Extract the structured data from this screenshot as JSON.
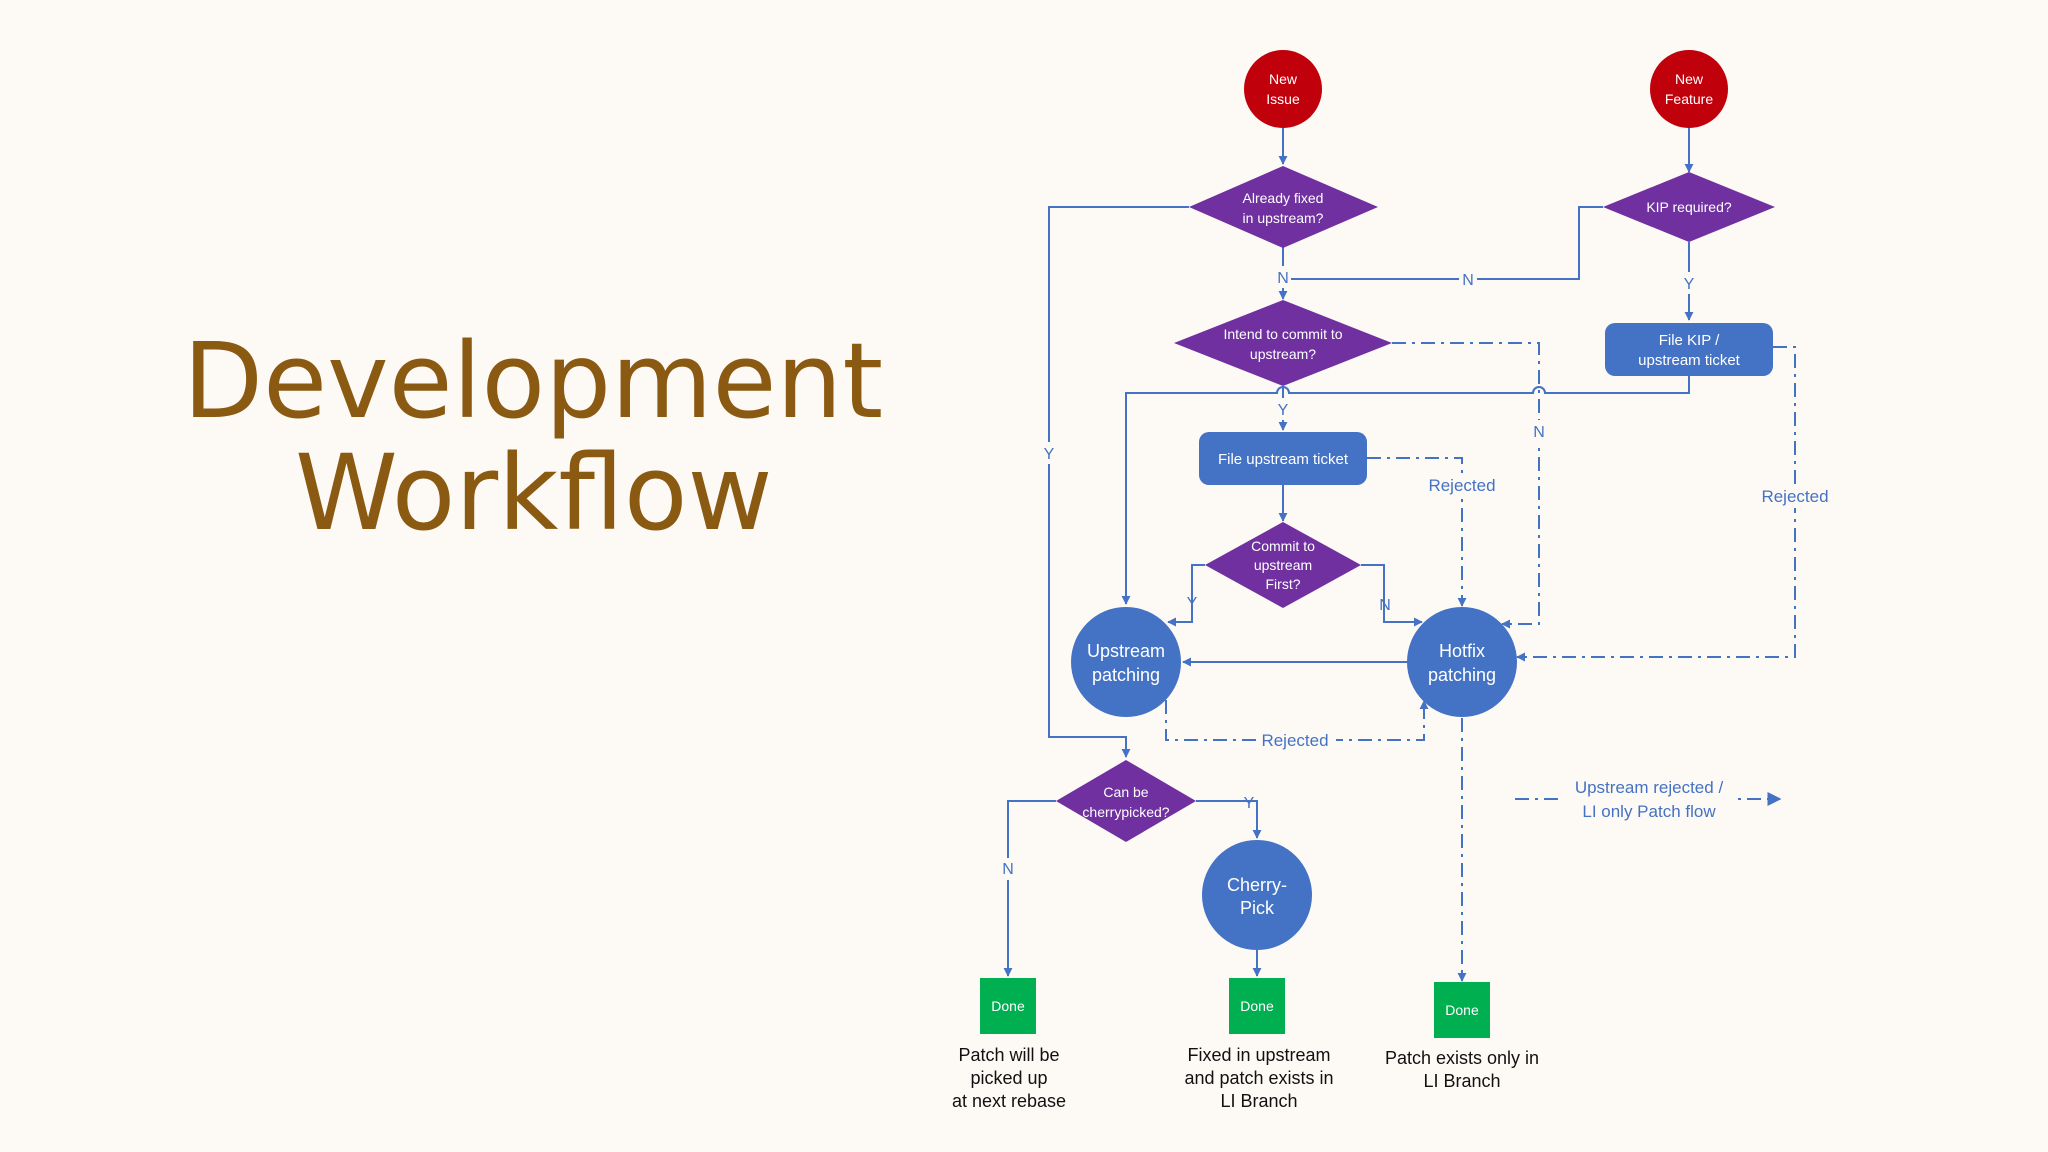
{
  "title": {
    "line1": "Development",
    "line2": "Workflow"
  },
  "colors": {
    "background": "#fdfaf6",
    "title": "#8b5a12",
    "start_node": "#c0000b",
    "decision": "#7030a0",
    "process": "#4472c4",
    "circle": "#4472c4",
    "done": "#00b050",
    "connector": "#4472c4"
  },
  "nodes": {
    "new_issue": {
      "line1": "New",
      "line2": "Issue"
    },
    "new_feature": {
      "line1": "New",
      "line2": "Feature"
    },
    "already_fixed": {
      "line1": "Already fixed",
      "line2": "in upstream?"
    },
    "kip_required": {
      "line1": "KIP required?"
    },
    "intend_commit": {
      "line1": "Intend to commit to",
      "line2": "upstream?"
    },
    "file_kip": {
      "line1": "File KIP /",
      "line2": "upstream ticket"
    },
    "file_upstream": {
      "line1": "File upstream ticket"
    },
    "commit_first": {
      "line1": "Commit to",
      "line2": "upstream",
      "line3": "First?"
    },
    "upstream_patching": {
      "line1": "Upstream",
      "line2": "patching"
    },
    "hotfix_patching": {
      "line1": "Hotfix",
      "line2": "patching"
    },
    "cherrypick_q": {
      "line1": "Can be",
      "line2": "cherrypicked?"
    },
    "cherry_pick": {
      "line1": "Cherry-",
      "line2": "Pick"
    },
    "done_1": {
      "label": "Done"
    },
    "done_2": {
      "label": "Done"
    },
    "done_3": {
      "label": "Done"
    }
  },
  "edge_labels": {
    "already_fixed_yes": "Y",
    "already_fixed_no": "N",
    "kip_no": "N",
    "kip_yes": "Y",
    "intend_yes": "Y",
    "intend_no": "N",
    "file_upstream_rejected": "Rejected",
    "file_kip_rejected": "Rejected",
    "commit_first_yes": "Y",
    "commit_first_no": "N",
    "patching_rejected": "Rejected",
    "cherrypick_no": "N",
    "cherrypick_yes": "Y"
  },
  "captions": {
    "done_1": {
      "line1": "Patch will be",
      "line2": "picked up",
      "line3": "at next rebase"
    },
    "done_2": {
      "line1": "Fixed in upstream",
      "line2": "and patch exists in",
      "line3": "LI Branch"
    },
    "done_3": {
      "line1": "Patch exists only in",
      "line2": "LI Branch"
    }
  },
  "legend": {
    "line1": "Upstream rejected /",
    "line2": "LI only Patch flow"
  }
}
